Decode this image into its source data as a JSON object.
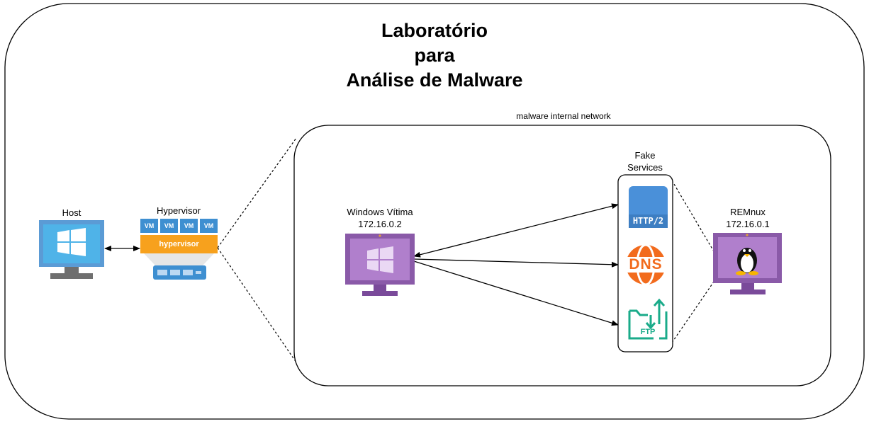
{
  "title": {
    "line1": "Laboratório",
    "line2": "para",
    "line3": "Análise de Malware"
  },
  "network": {
    "label": "malware internal network"
  },
  "nodes": {
    "host": {
      "label": "Host",
      "icon": "windows-monitor-icon"
    },
    "hypervisor": {
      "label": "Hypervisor",
      "vm_labels": [
        "VM",
        "VM",
        "VM",
        "VM"
      ],
      "bar_label": "hypervisor",
      "icon": "hypervisor-server-icon"
    },
    "windows": {
      "label": "Windows Vítima",
      "ip": "172.16.0.2",
      "icon": "windows-monitor-icon"
    },
    "fake_services": {
      "label_line1": "Fake",
      "label_line2": "Services",
      "services": [
        {
          "name": "HTTP/2",
          "icon": "http2-icon"
        },
        {
          "name": "DNS",
          "icon": "dns-icon"
        },
        {
          "name": "FTP",
          "icon": "ftp-icon"
        }
      ]
    },
    "remnux": {
      "label": "REMnux",
      "ip": "172.16.0.1",
      "icon": "linux-monitor-icon"
    }
  },
  "colors": {
    "host_monitor": "#5b9bd5",
    "host_screen": "#4fb3e8",
    "vm_monitor": "#8a5aa8",
    "vm_screen": "#b07fcc",
    "hypervisor_orange": "#f7a11d",
    "vm_blue": "#3e8fd1",
    "http_blue": "#4a90d9",
    "dns_orange": "#f26b1d",
    "ftp_green": "#1aab8a"
  }
}
